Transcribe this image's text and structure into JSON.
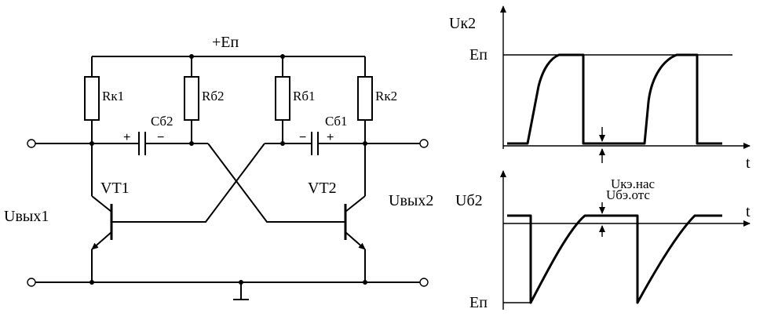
{
  "circuit": {
    "supply_label": "+Eп",
    "resistors": {
      "rk1": "Rк1",
      "rb2": "Rб2",
      "rb1": "Rб1",
      "rk2": "Rк2"
    },
    "capacitors": {
      "cb2": "Cб2",
      "cb1": "Cб1"
    },
    "transistors": {
      "vt1": "VT1",
      "vt2": "VT2"
    },
    "outputs": {
      "out1": "Uвых1",
      "out2": "Uвых2"
    },
    "polarity": {
      "plus": "+",
      "minus": "−"
    }
  },
  "graphs": {
    "top": {
      "y_label": "Uк2",
      "level_label": "Eп",
      "annotation": "Uкэ.нас",
      "x_label": "t"
    },
    "bottom": {
      "y_label": "Uб2",
      "level_label": "Eп",
      "annotation": "Uбэ.отс",
      "x_label": "t"
    }
  }
}
